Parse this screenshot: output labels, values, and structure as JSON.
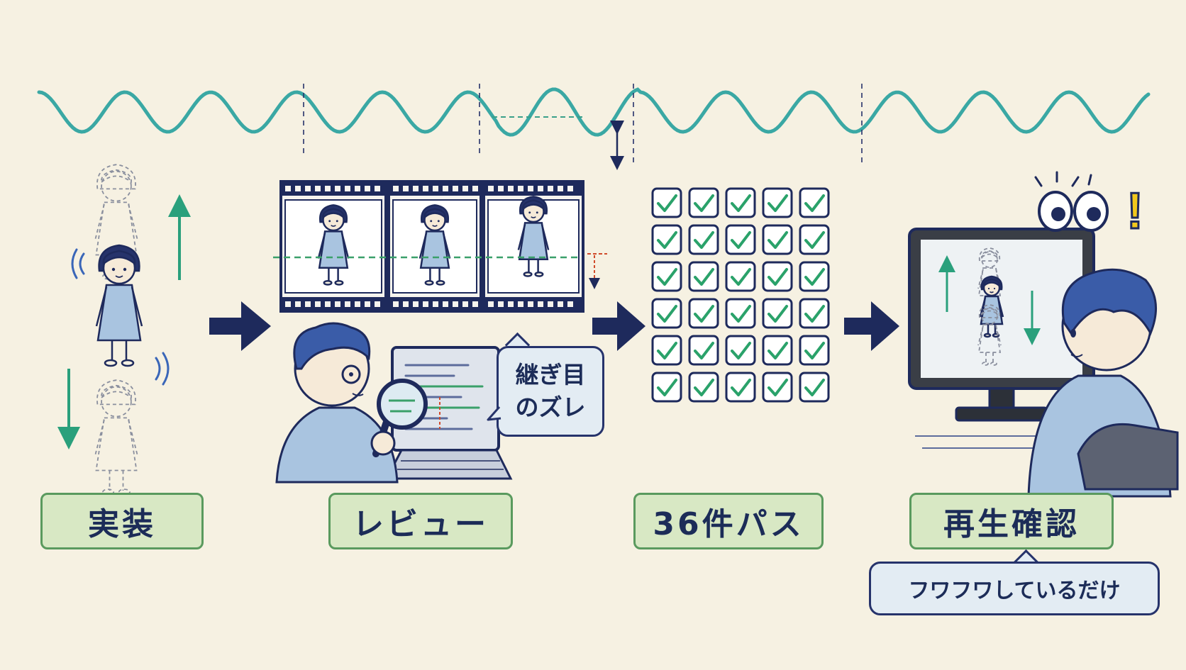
{
  "labels": {
    "implement": "実装",
    "review": "レビュー",
    "pass": "36件パス",
    "playback": "再生確認"
  },
  "bubbles": {
    "seam": [
      "継ぎ目",
      "のズレ"
    ],
    "fuwafuwa": "フワフワしているだけ"
  },
  "exclaim": "!",
  "checks": {
    "rows": 6,
    "cols": 5
  },
  "colors": {
    "background": "#f6f1e2",
    "wave": "#3aa8a4",
    "navy": "#1e2a5c",
    "label_fill": "#d8e8c4",
    "label_border": "#5a9a5e",
    "check_green": "#2aa26a",
    "figure_blue": "#a9c4e0",
    "alert_red": "#d04a2a",
    "exclaim_yellow": "#f2c81c"
  }
}
